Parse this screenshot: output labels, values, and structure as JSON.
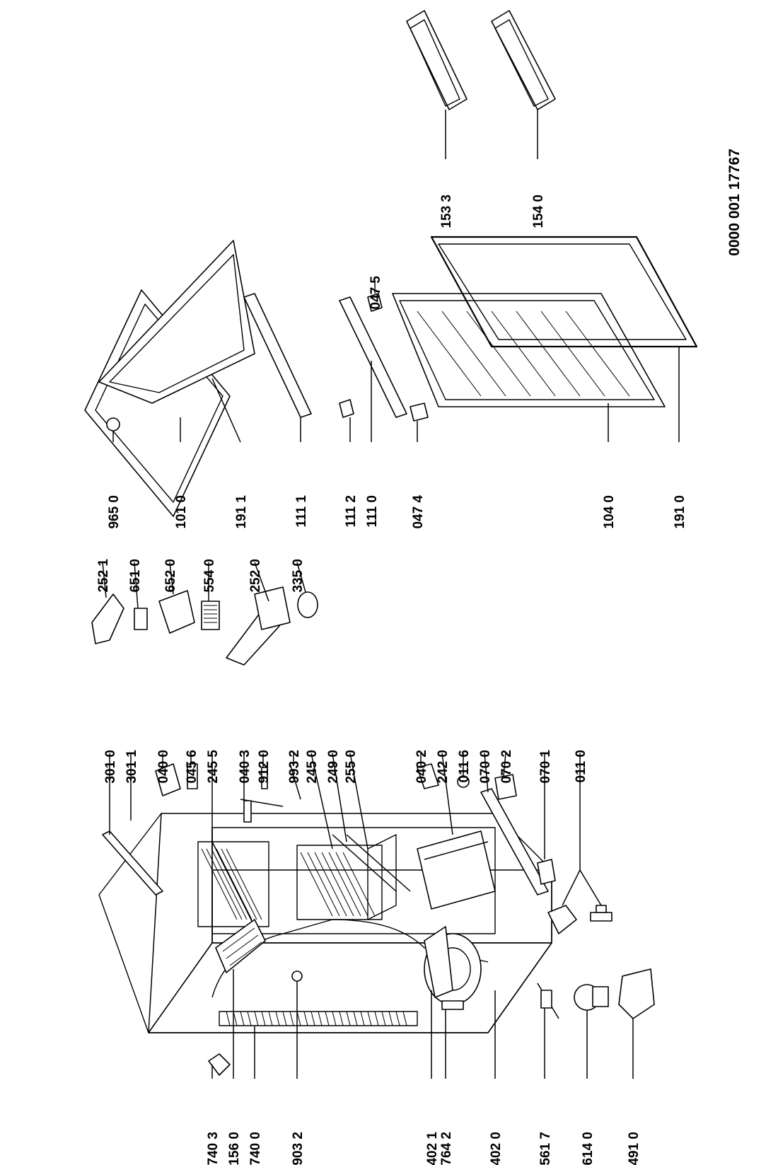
{
  "document_code": "0000 001 17767",
  "part_labels": {
    "p301_0": "301 0",
    "p301_1": "301 1",
    "p040_0": "040 0",
    "p045_6": "045 6",
    "p245_5": "245 5",
    "p040_3": "040 3",
    "p912_0": "912 0",
    "p993_2": "993 2",
    "p245_0": "245 0",
    "p249_0": "249 0",
    "p255_0": "255 0",
    "p040_2": "040 2",
    "p242_0": "242 0",
    "p011_6": "011 6",
    "p070_0": "070 0",
    "p070_2": "070 2",
    "p070_1": "070 1",
    "p011_0": "011 0",
    "p740_3": "740 3",
    "p156_0": "156 0",
    "p740_0": "740 0",
    "p903_2": "903 2",
    "p402_1": "402 1",
    "p764_2": "764 2",
    "p402_0": "402 0",
    "p561_7": "561 7",
    "p614_0": "614 0",
    "p491_0": "491 0",
    "p252_1": "252 1",
    "p651_0": "651 0",
    "p652_0": "652 0",
    "p554_0": "554 0",
    "p252_0": "252 0",
    "p335_0": "335 0",
    "p965_0": "965 0",
    "p101_0": "101 0",
    "p191_1": "191 1",
    "p111_1": "111 1",
    "p111_2": "111 2",
    "p111_0": "111 0",
    "p047_4": "047 4",
    "p047_5": "047 5",
    "p104_0": "104 0",
    "p191_0": "191 0",
    "p153_3": "153 3",
    "p154_0": "154 0"
  }
}
